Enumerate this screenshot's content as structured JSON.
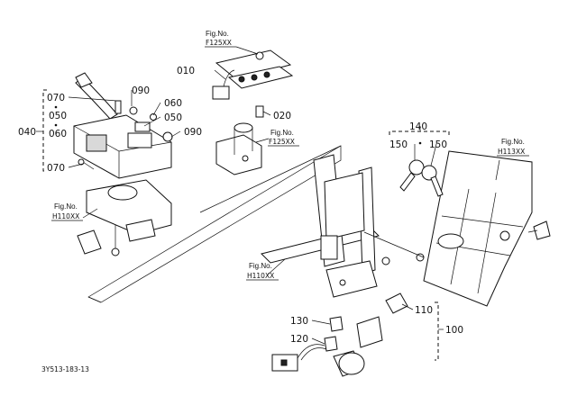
{
  "callouts": {
    "c010": "010",
    "c020": "020",
    "c040": "040",
    "c050_main": "050",
    "c050_side": "050",
    "c060_main": "060",
    "c060_side": "060",
    "c070_top": "070",
    "c070_bottom": "070",
    "c090_top": "090",
    "c090_side": "090",
    "c100": "100",
    "c110": "110",
    "c120": "120",
    "c130": "130",
    "c140": "140",
    "c150_left": "150",
    "c150_right": "150"
  },
  "fig_refs": {
    "top_caption": "Fig.No.",
    "top_code": "F125XX",
    "mid_caption": "Fig.No.",
    "mid_code": "F125XX",
    "right_caption": "Fig.No.",
    "right_code": "H113XX",
    "left_caption": "Fig.No.",
    "left_code": "H110XX",
    "center_caption": "Fig.No.",
    "center_code": "H110XX"
  },
  "drawing_number": "3Y513-183-13"
}
